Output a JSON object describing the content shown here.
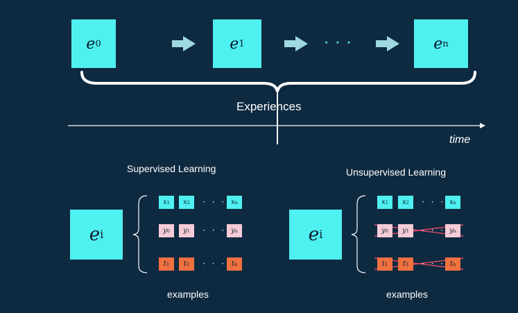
{
  "colors": {
    "background": "#0e2a41",
    "cyan": "#4ff0f0",
    "pink": "#f6cbd8",
    "orange": "#f07040",
    "strike": "#ff4d6a",
    "line": "#ffffff"
  },
  "timeline": {
    "boxes": [
      {
        "symbol": "e",
        "sub": "0"
      },
      {
        "symbol": "e",
        "sub": "1"
      },
      {
        "symbol": "e",
        "sub": "n"
      }
    ],
    "ellipsis": "· · ·",
    "brace_label": "Experiences",
    "axis_label": "time"
  },
  "panels": [
    {
      "title": "Supervised Learning",
      "box": {
        "symbol": "e",
        "sub": "i"
      },
      "rows": [
        {
          "symbol": "x",
          "subs": [
            "1",
            "2"
          ],
          "last": "n",
          "crossed": false
        },
        {
          "symbol": "y",
          "subs": [
            "0",
            "1"
          ],
          "last": "n",
          "crossed": false
        },
        {
          "symbol": "t",
          "subs": [
            "1",
            "2"
          ],
          "last": "n",
          "crossed": false
        }
      ],
      "footer": "examples"
    },
    {
      "title": "Unsupervised Learning",
      "box": {
        "symbol": "e",
        "sub": "i"
      },
      "rows": [
        {
          "symbol": "x",
          "subs": [
            "1",
            "2"
          ],
          "last": "n",
          "crossed": false
        },
        {
          "symbol": "y",
          "subs": [
            "0",
            "1"
          ],
          "last": "n",
          "crossed": true
        },
        {
          "symbol": "t",
          "subs": [
            "1",
            "2"
          ],
          "last": "n",
          "crossed": true
        }
      ],
      "footer": "examples"
    }
  ],
  "row_ellipsis": "· · ·"
}
